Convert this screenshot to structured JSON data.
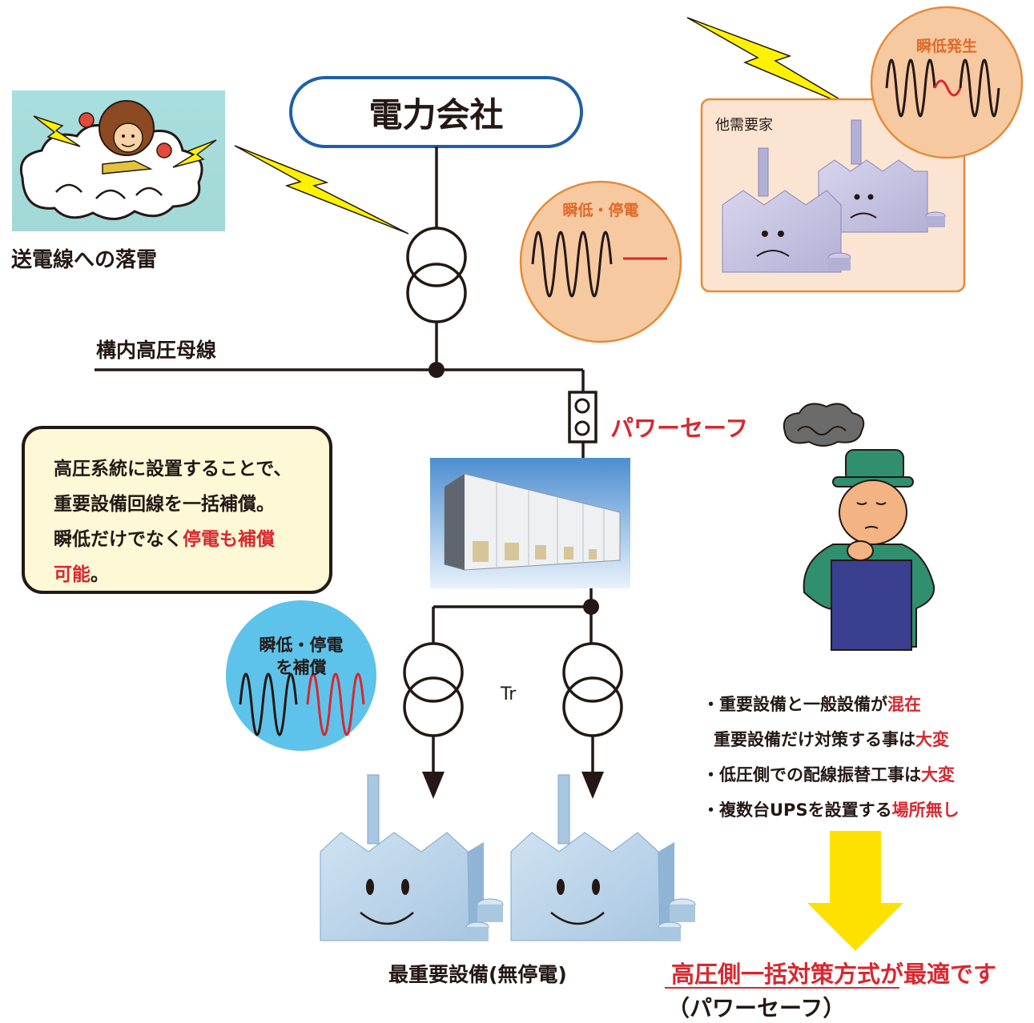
{
  "utility": {
    "label": "電力会社"
  },
  "lightning_caption": "送電線への落雷",
  "bus_label": "構内高圧母線",
  "wave_sag_outage": {
    "title": "瞬低・停電"
  },
  "other_consumer": {
    "label": "他需要家"
  },
  "wave_sag_occurrence": {
    "title": "瞬低発生"
  },
  "power_safe": {
    "label": "パワーセーフ"
  },
  "callout": {
    "line1": "高圧系統に設置することで、",
    "line2": "重要設備回線を一括補償。",
    "line3a": "瞬低だけでなく",
    "line3b": "停電も補償",
    "line4a": "可能",
    "line4b": "。"
  },
  "wave_compensated": {
    "line1": "瞬低・停電",
    "line2": "を補償"
  },
  "tr_label": "Tr",
  "facilities_caption": "最重要設備(無停電)",
  "issues": [
    {
      "prefix": "・重要設備と一般設備が",
      "emph": "混在"
    },
    {
      "prefix": "  重要設備だけ対策する事は",
      "emph": "大変"
    },
    {
      "prefix": "・低圧側での配線振替工事は",
      "emph": "大変"
    },
    {
      "prefix": "・複数台UPSを設置する",
      "emph": "場所無し"
    }
  ],
  "conclusion": {
    "main": "高圧側一括対策方式が最適です",
    "sub": "（パワーセーフ）"
  },
  "colors": {
    "accent_red": "#d7282f",
    "utility_border": "#1f5fa8",
    "arrow_yellow": "#ffe100",
    "bolt_yellow": "#fff200"
  }
}
